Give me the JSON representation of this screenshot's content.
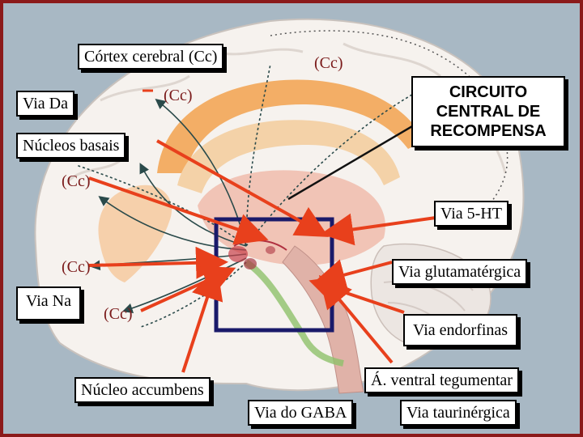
{
  "colors": {
    "frame_border": "#8b1a1a",
    "arrow_red": "#e8401c",
    "arrow_dark": "#2a2a3a",
    "highlight_box": "#1a1a6a"
  },
  "labels": {
    "cortex": "Córtex cerebral (Cc)",
    "cc_top": "(Cc)",
    "cc_mid": "(Cc)",
    "via_da": "Via  Da",
    "nucleos_basais": "Núcleos basais",
    "circuito": "CIRCUITO CENTRAL DE RECOMPENSA",
    "cc_left1": "(Cc)",
    "via_5ht": "Via 5-HT",
    "cc_left2": "(Cc)",
    "via_glutamatergica": "Via glutamatérgica",
    "via_na": "Via Na",
    "cc_left3": "(Cc)",
    "via_endorfinas": "Via endorfinas",
    "area_ventral": "Á. ventral tegumentar",
    "nucleo_accumbens": "Núcleo accumbens",
    "via_gaba": "Via do GABA",
    "via_taurinergica": "Via taurinérgica"
  }
}
